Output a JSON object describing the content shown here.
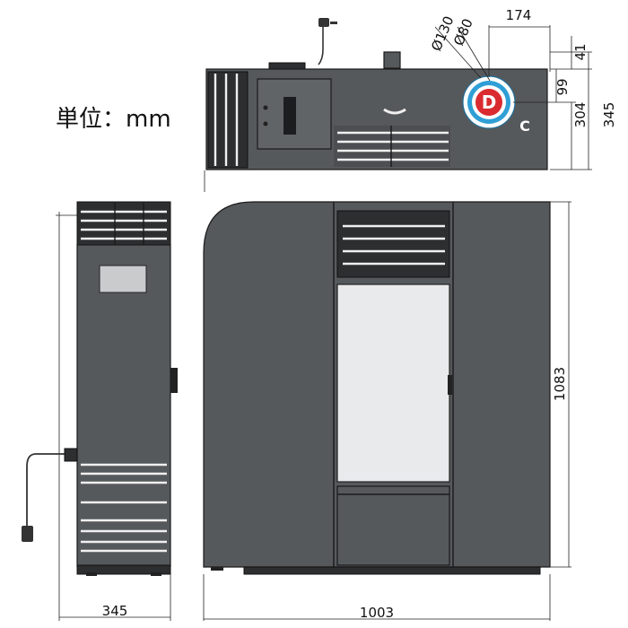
{
  "unit_label": "単位：mm",
  "dimensions": {
    "side_depth": "345",
    "front_width": "1003",
    "front_height": "1083",
    "top_174": "174",
    "top_41": "41",
    "top_99": "99",
    "top_304": "304",
    "top_345": "345",
    "dia_130": "Ø130",
    "dia_80": "Ø80"
  },
  "flue": {
    "d_label": "D",
    "c_label": "C",
    "d_color": "#d92b30",
    "ring_color": "#2f9fd6"
  },
  "colors": {
    "steel": "#56595c",
    "outline": "#1a1a1a"
  }
}
